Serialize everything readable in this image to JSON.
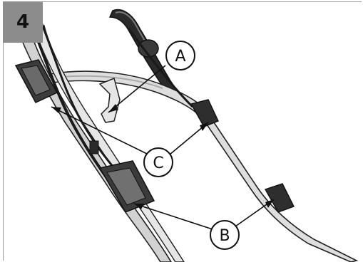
{
  "figure": {
    "step_number": "4",
    "callouts": {
      "a": "A",
      "b": "B",
      "c": "C"
    }
  },
  "colors": {
    "badge": "#8c8c8c",
    "tube_fill": "#d9d9d9",
    "outline": "#222222"
  }
}
